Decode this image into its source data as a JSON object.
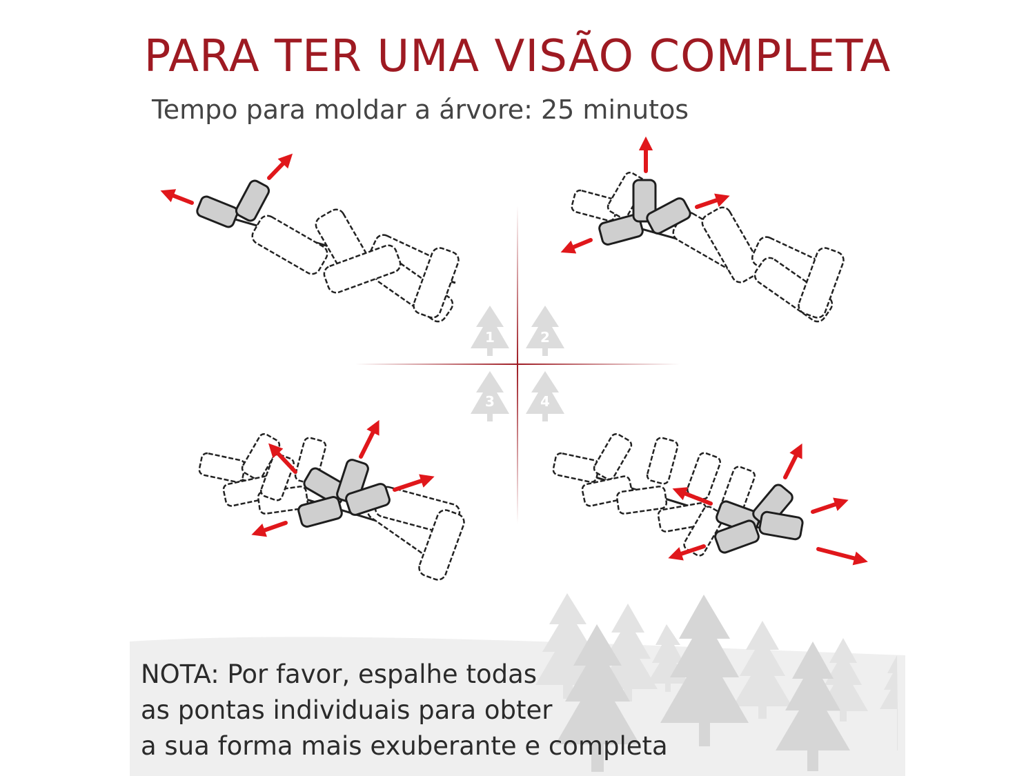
{
  "title": "PARA TER UMA VISÃO COMPLETA",
  "subtitle": "Tempo para moldar a árvore: 25 minutos",
  "steps": [
    {
      "number": "1"
    },
    {
      "number": "2"
    },
    {
      "number": "3"
    },
    {
      "number": "4"
    }
  ],
  "note": {
    "lines": [
      "NOTA: Por favor, espalhe todas",
      "as pontas individuais para obter",
      "a sua forma mais exuberante e completa"
    ]
  },
  "colors": {
    "title": "#9e1a22",
    "arrow": "#e0171b",
    "divider": "#9e1a22",
    "tip_filled": "#cfcfcf",
    "tip_outline": "#1e1e1e",
    "badge_tree": "#dcdcdc",
    "snow_panel": "#efefef"
  },
  "icons": [
    "arrow-icon",
    "branch-icon",
    "tree-badge-icon",
    "tree-silhouette-icon"
  ]
}
